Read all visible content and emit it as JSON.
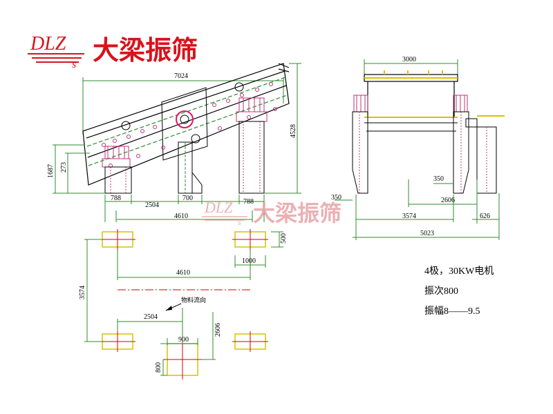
{
  "logo": {
    "letters": "DLZ",
    "sub_letter": "s",
    "brand_text": "大梁振筛",
    "color": "#d9121b"
  },
  "watermark": {
    "letters": "DLZ",
    "sub_letter": "s",
    "brand_text": "大梁振筛",
    "color": "#e8a3a6"
  },
  "side_view": {
    "dims": {
      "overall_length": "7024",
      "height_total": "4528",
      "left_height": "1687",
      "support_height": "273",
      "d_left_base": "788",
      "d_mid": "2504",
      "d_center_base": "700",
      "d_right_base": "788",
      "d_total": "4610"
    }
  },
  "end_view": {
    "dims": {
      "width_top": "3000",
      "d_350_a": "350",
      "d_350_b": "350",
      "d_2606": "2606",
      "d_3574": "3574",
      "d_626": "626",
      "d_5023": "5023"
    }
  },
  "foundation": {
    "dims": {
      "d_500": "500",
      "d_4610": "4610",
      "d_1000": "1000",
      "d_3574": "3574",
      "d_2504": "2504",
      "d_900": "900",
      "d_2606": "2606",
      "d_800": "800"
    },
    "flow_label": "物料流向"
  },
  "specs": {
    "motor": "4极，30KW电机",
    "frequency": "振次800",
    "amplitude": "振幅8——9.5"
  },
  "colors": {
    "outline": "#000000",
    "frame": "#e01560",
    "dimension": "#2e8b2e",
    "accent": "#d4c400",
    "centerline": "#d40000",
    "hatch": "#c0307a"
  }
}
